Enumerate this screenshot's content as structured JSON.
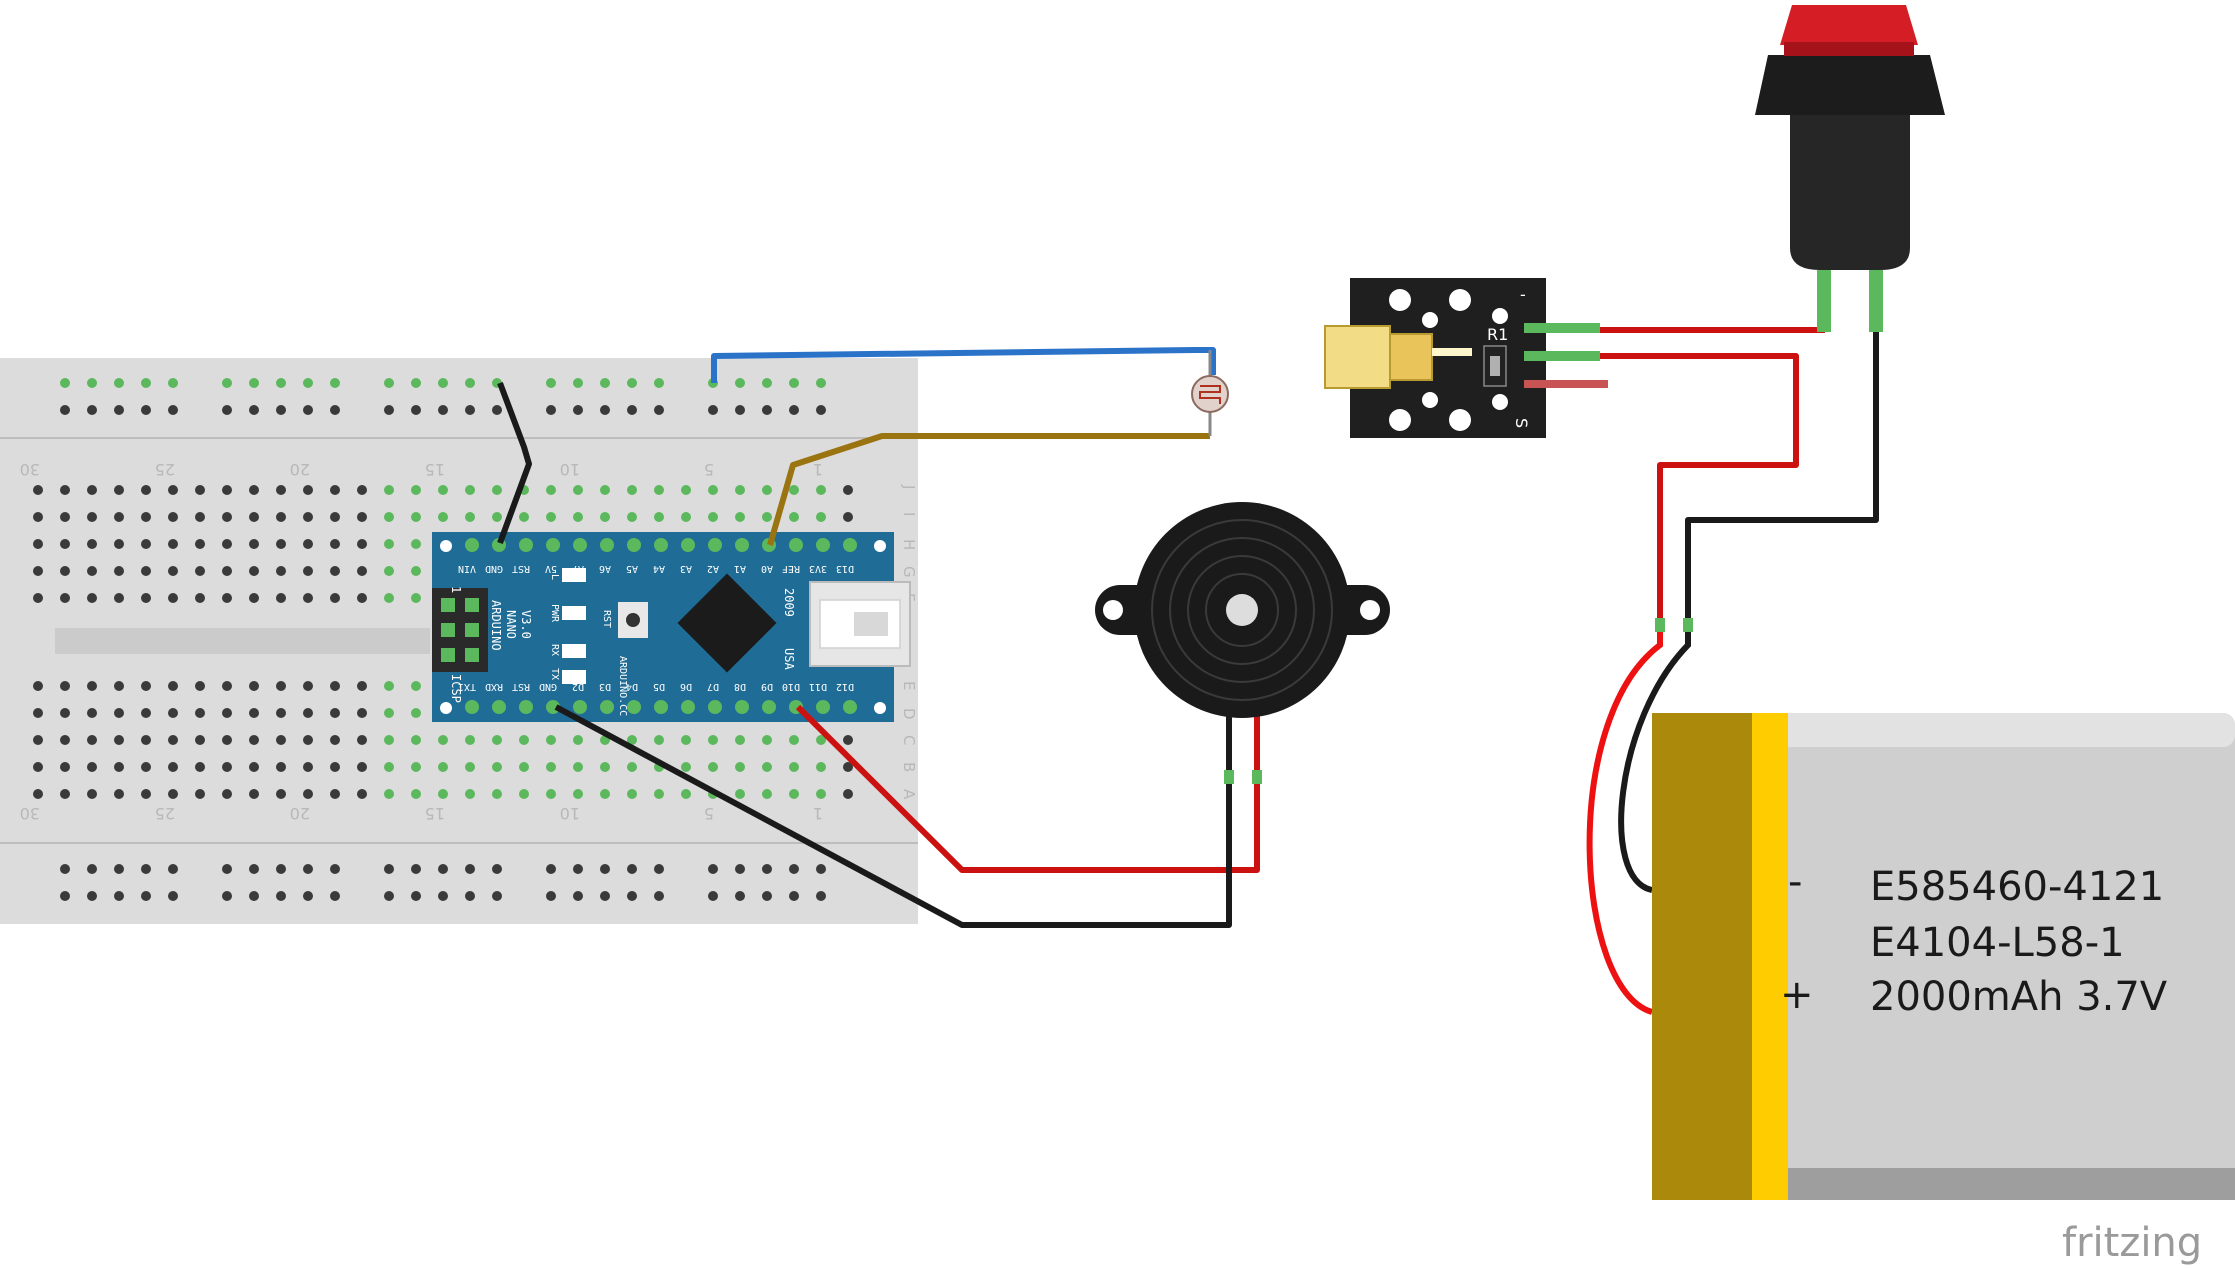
{
  "breadboard": {
    "col_numbers": [
      "30",
      "25",
      "20",
      "15",
      "10",
      "5",
      "1"
    ],
    "rows_top": [
      "J",
      "I",
      "H",
      "G",
      "F"
    ],
    "rows_bottom": [
      "E",
      "D",
      "C",
      "B",
      "A"
    ]
  },
  "nano": {
    "pins_top": [
      "D13",
      "3V3",
      "REF",
      "A0",
      "A1",
      "A2",
      "A3",
      "A4",
      "A5",
      "A6",
      "A7",
      "5V",
      "RST",
      "GND",
      "VIN"
    ],
    "pins_bottom": [
      "D12",
      "D11",
      "D10",
      "D9",
      "D8",
      "D7",
      "D6",
      "D5",
      "D4",
      "D3",
      "D2",
      "GND",
      "RST",
      "RXD",
      "TX1"
    ],
    "title_line1": "ARDUINO",
    "title_line2": "NANO",
    "title_line3": "V3.0",
    "brand": "ARDUINO.CC",
    "year": "2009",
    "country": "USA",
    "icsp": "ICSP",
    "icsp_pin": "1",
    "led_l": "L",
    "led_pwr": "PWR",
    "led_rx": "RX",
    "led_tx": "TX",
    "rst": "RST"
  },
  "laser_module": {
    "r_label": "R1",
    "minus_label": "-",
    "s_label": "S"
  },
  "battery": {
    "minus": "-",
    "plus": "+",
    "line1": "E585460-4121",
    "line2": "E4104-L58-1",
    "line3": "2000mAh 3.7V"
  },
  "watermark": "fritzing",
  "colors": {
    "breadboard": "#dcdcdc",
    "hole": "#3a3a3a",
    "connected_hole": "#5cb85c",
    "nano_board": "#1f6d97",
    "wire_red": "#cc1111",
    "wire_black": "#1a1a1a",
    "wire_blue": "#2b73c9",
    "wire_brown": "#9a7410",
    "battery_body": "#cfcfcf",
    "battery_wrap": "#ab8a0b",
    "battery_stripe": "#ffcc00",
    "button_cap": "#d41d24"
  }
}
